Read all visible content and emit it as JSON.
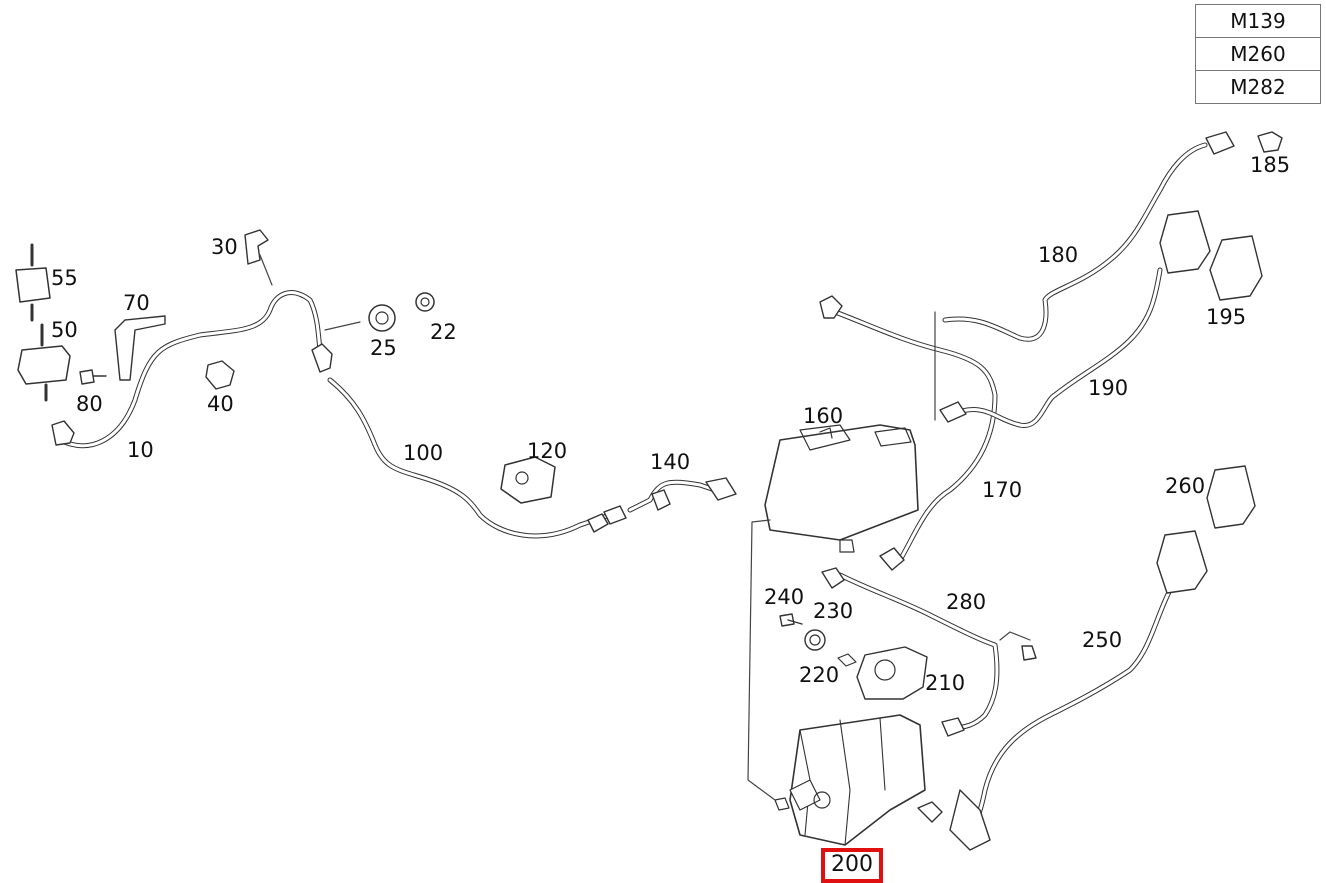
{
  "engine_codes": [
    "M139",
    "M260",
    "M282"
  ],
  "highlighted_part": "200",
  "highlight_color": "#e01010",
  "line_color": "#333333",
  "callouts": [
    {
      "id": "10",
      "label": "10"
    },
    {
      "id": "22",
      "label": "22"
    },
    {
      "id": "25",
      "label": "25"
    },
    {
      "id": "30",
      "label": "30"
    },
    {
      "id": "40",
      "label": "40"
    },
    {
      "id": "50",
      "label": "50"
    },
    {
      "id": "55",
      "label": "55"
    },
    {
      "id": "70",
      "label": "70"
    },
    {
      "id": "80",
      "label": "80"
    },
    {
      "id": "100",
      "label": "100"
    },
    {
      "id": "120",
      "label": "120"
    },
    {
      "id": "140",
      "label": "140"
    },
    {
      "id": "160",
      "label": "160"
    },
    {
      "id": "170",
      "label": "170"
    },
    {
      "id": "180",
      "label": "180"
    },
    {
      "id": "185",
      "label": "185"
    },
    {
      "id": "190",
      "label": "190"
    },
    {
      "id": "195",
      "label": "195"
    },
    {
      "id": "200",
      "label": "200"
    },
    {
      "id": "210",
      "label": "210"
    },
    {
      "id": "220",
      "label": "220"
    },
    {
      "id": "230",
      "label": "230"
    },
    {
      "id": "240",
      "label": "240"
    },
    {
      "id": "250",
      "label": "250"
    },
    {
      "id": "260",
      "label": "260"
    },
    {
      "id": "280",
      "label": "280"
    }
  ]
}
